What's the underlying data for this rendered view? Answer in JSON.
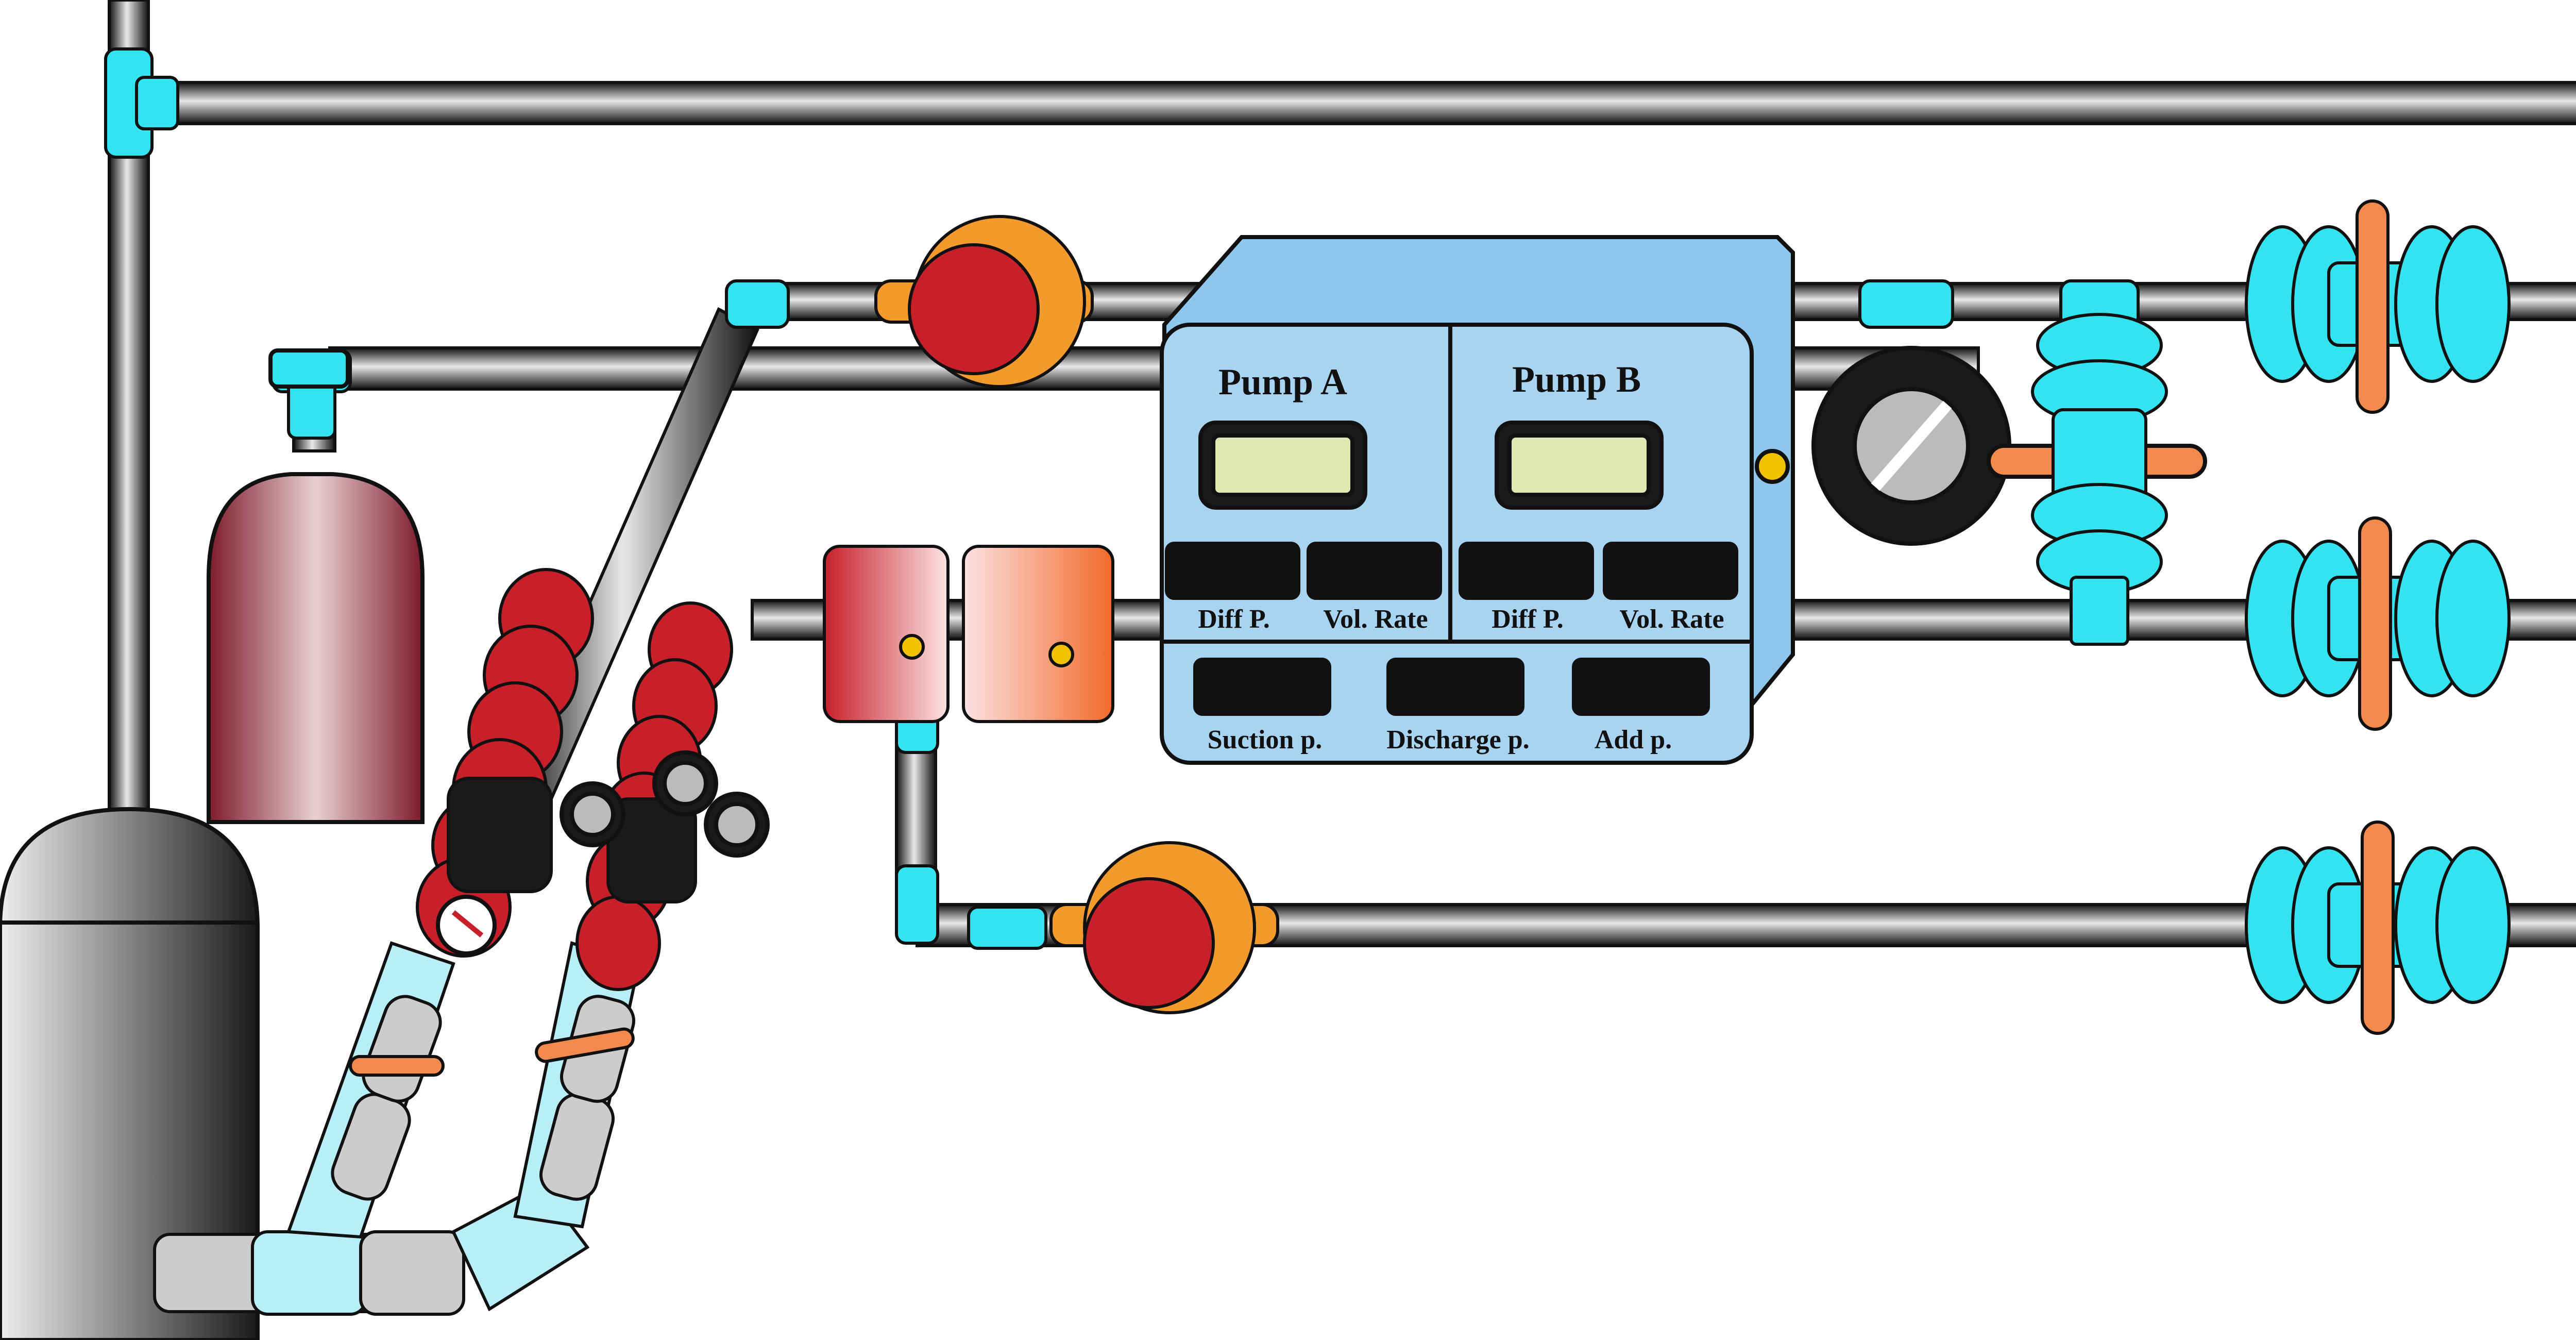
{
  "control_panel": {
    "pump_a": {
      "title": "Pump A",
      "diff_label": "Diff P.",
      "vol_label": "Vol. Rate"
    },
    "pump_b": {
      "title": "Pump B",
      "diff_label": "Diff P.",
      "vol_label": "Vol. Rate"
    },
    "bottom": {
      "suction_label": "Suction p.",
      "discharge_label": "Discharge p.",
      "add_label": "Add p."
    }
  },
  "colors": {
    "pipe_fitting": "#33e3f0",
    "pipe_light": "#b7eef7",
    "panel_blue": "#8fc6ec",
    "panel_face": "#a8d4f2",
    "lcd": "#dde8b3",
    "pump_red": "#c8202b",
    "pump_orange": "#f39a2c",
    "handle_orange": "#f28a4e",
    "tank_maroon": "#7d1b2b",
    "vessel_gray": "#555555"
  },
  "icons": [
    "pump-icon",
    "valve-icon",
    "gauge-icon",
    "flow-meter-icon",
    "gas-cylinder-icon",
    "vessel-icon",
    "status-led-icon"
  ]
}
